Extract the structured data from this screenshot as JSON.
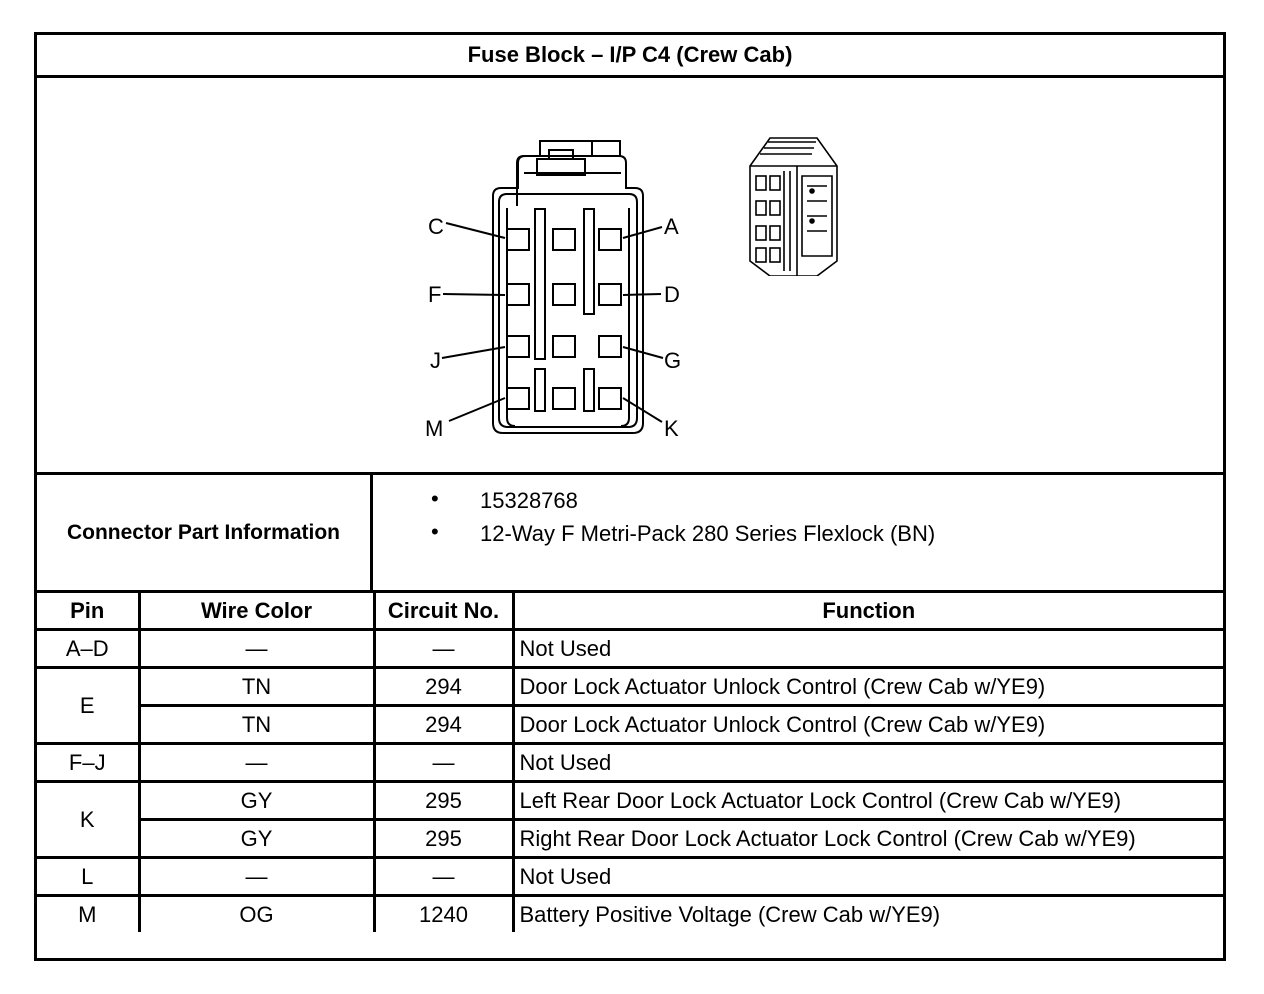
{
  "title": "Fuse Block – I/P C4 (Crew Cab)",
  "connector": {
    "pin_labels": {
      "A": "A",
      "C": "C",
      "D": "D",
      "F": "F",
      "G": "G",
      "J": "J",
      "K": "K",
      "M": "M"
    },
    "icons": [
      "connector-face-icon",
      "connector-3d-icon"
    ]
  },
  "part_info": {
    "label": "Connector Part Information",
    "items": [
      "15328768",
      "12-Way F Metri-Pack 280 Series Flexlock (BN)"
    ]
  },
  "table": {
    "headers": {
      "pin": "Pin",
      "wire_color": "Wire Color",
      "circuit": "Circuit No.",
      "function": "Function"
    },
    "rows": [
      {
        "pin": "A–D",
        "wire_color": "—",
        "circuit": "—",
        "function": "Not Used"
      },
      {
        "pin": "E",
        "wire_color": "TN",
        "circuit": "294",
        "function": "Door Lock Actuator Unlock Control (Crew Cab w/YE9)"
      },
      {
        "pin": "",
        "wire_color": "TN",
        "circuit": "294",
        "function": "Door Lock Actuator Unlock Control (Crew Cab w/YE9)"
      },
      {
        "pin": "F–J",
        "wire_color": "—",
        "circuit": "—",
        "function": "Not Used"
      },
      {
        "pin": "K",
        "wire_color": "GY",
        "circuit": "295",
        "function": "Left Rear Door Lock Actuator Lock Control (Crew Cab w/YE9)"
      },
      {
        "pin": "",
        "wire_color": "GY",
        "circuit": "295",
        "function": "Right Rear Door Lock Actuator Lock Control (Crew Cab w/YE9)"
      },
      {
        "pin": "L",
        "wire_color": "—",
        "circuit": "—",
        "function": "Not Used"
      },
      {
        "pin": "M",
        "wire_color": "OG",
        "circuit": "1240",
        "function": "Battery Positive Voltage (Crew Cab w/YE9)"
      }
    ]
  }
}
